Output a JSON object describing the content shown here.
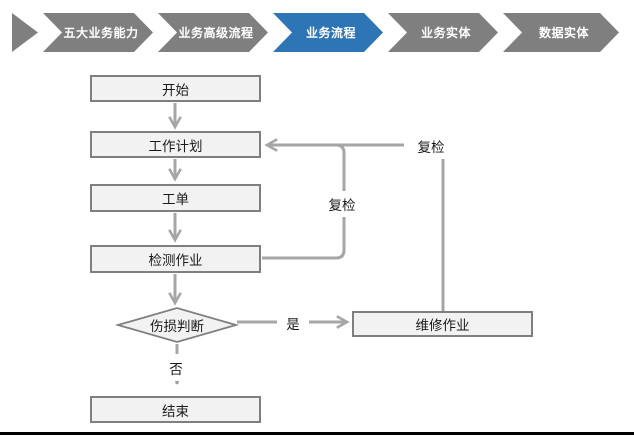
{
  "nav": {
    "tabs": [
      {
        "label": "五大业务能力",
        "active": false
      },
      {
        "label": "业务高级流程",
        "active": false
      },
      {
        "label": "业务流程",
        "active": true
      },
      {
        "label": "业务实体",
        "active": false
      },
      {
        "label": "数据实体",
        "active": false
      }
    ],
    "colors": {
      "inactive": "#7f7f7f",
      "active": "#2e75b6",
      "text": "#ffffff"
    }
  },
  "flowchart": {
    "nodes": [
      {
        "id": "start",
        "label": "开始",
        "shape": "rect"
      },
      {
        "id": "plan",
        "label": "工作计划",
        "shape": "rect"
      },
      {
        "id": "order",
        "label": "工单",
        "shape": "rect"
      },
      {
        "id": "inspect",
        "label": "检测作业",
        "shape": "rect"
      },
      {
        "id": "judge",
        "label": "伤损判断",
        "shape": "diamond"
      },
      {
        "id": "repair",
        "label": "维修作业",
        "shape": "rect"
      },
      {
        "id": "end",
        "label": "结束",
        "shape": "rect"
      }
    ],
    "edge_labels": {
      "yes": "是",
      "no": "否",
      "recheck_inspect": "复检",
      "recheck_repair": "复检"
    },
    "colors": {
      "node_fill": "#f2f2f2",
      "node_border": "#7f7f7f",
      "connector": "#a6a6a6",
      "text": "#1a1a1a"
    }
  }
}
